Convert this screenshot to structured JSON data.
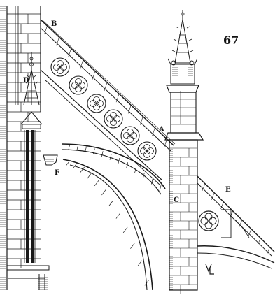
{
  "figure": {
    "number": "67",
    "labels": {
      "a": "A",
      "b": "B",
      "c": "C",
      "d": "D",
      "e": "E",
      "f": "F"
    },
    "signature": "VL"
  },
  "colors": {
    "ink": "#1a1a1a",
    "paper": "#ffffff"
  }
}
